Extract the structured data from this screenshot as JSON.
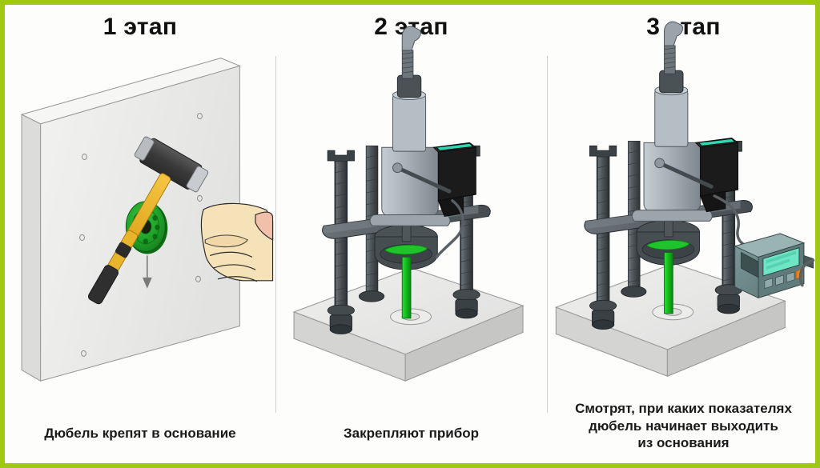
{
  "figure": {
    "border_color": "#9ec716",
    "background": "#fdfdfc",
    "accent_green": "#19b519",
    "dowel_green": "#1ea028",
    "metal_gray": "#6d7478",
    "concrete": "#e8e8e6"
  },
  "stages": [
    {
      "id": "stage-1",
      "title": "1 этап",
      "caption": "Дюбель крепят в основание",
      "elements": {
        "wall_panel": "concrete-wall-slab",
        "dowel": "green-disc-dowel",
        "hammer": "hammer-yellow-handle",
        "hand": "human-hand-gripping-hammer",
        "arrow": "down-arrow"
      }
    },
    {
      "id": "stage-2",
      "title": "2 этап",
      "caption": "Закрепляют прибор",
      "elements": {
        "base": "concrete-base-block",
        "tester": "pull-off-tester-frame",
        "legs": 3,
        "rod": "green-threaded-rod",
        "module": "black-sensor-module",
        "lever": "top-lever-handle"
      }
    },
    {
      "id": "stage-3",
      "title": "3 этап",
      "caption_lines": [
        "Смотрят, при каких показателях",
        "дюбель начинает выходить",
        "из основания"
      ],
      "elements": {
        "base": "concrete-base-block",
        "tester": "pull-off-tester-frame",
        "display_unit": "digital-readout-meter",
        "cable": "sensor-cable",
        "rod": "green-threaded-rod"
      }
    }
  ]
}
